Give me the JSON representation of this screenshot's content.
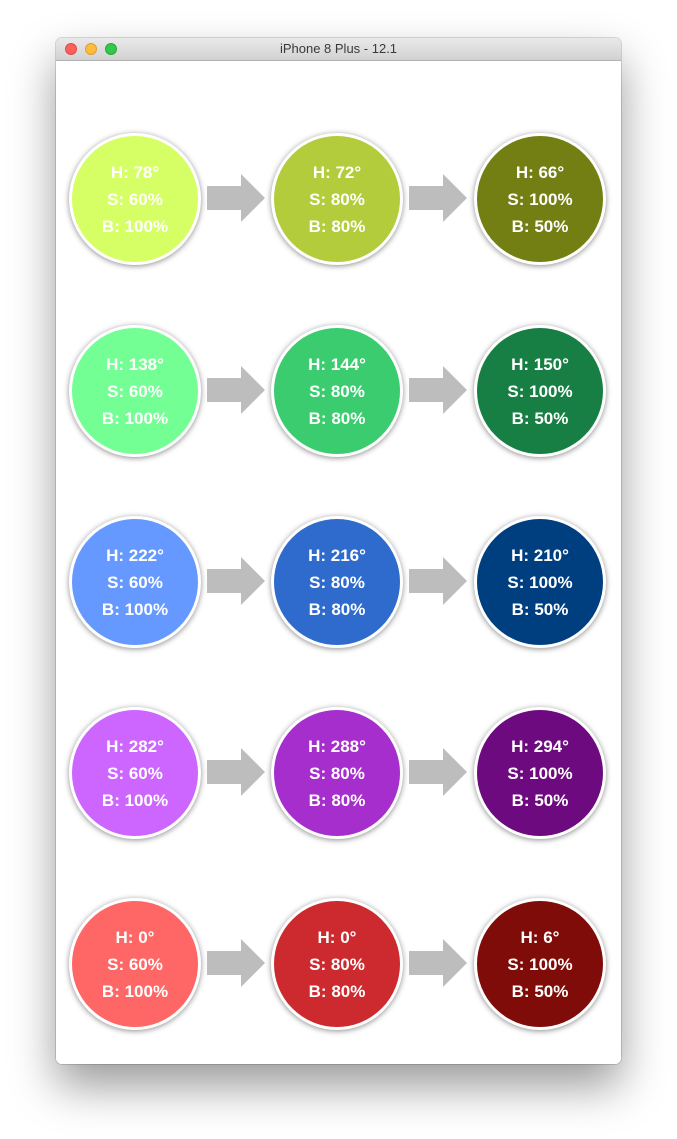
{
  "window": {
    "title": "iPhone 8 Plus - 12.1"
  },
  "arrow_color": "#bdbdbd",
  "rows": [
    {
      "circles": [
        {
          "h": "H: 78°",
          "s": "S: 60%",
          "b": "B: 100%",
          "color": "#d6ff66"
        },
        {
          "h": "H: 72°",
          "s": "S: 80%",
          "b": "B: 80%",
          "color": "#b3cc3b"
        },
        {
          "h": "H: 66°",
          "s": "S: 100%",
          "b": "B: 50%",
          "color": "#737f12"
        }
      ]
    },
    {
      "circles": [
        {
          "h": "H: 138°",
          "s": "S: 60%",
          "b": "B: 100%",
          "color": "#73ff94"
        },
        {
          "h": "H: 144°",
          "s": "S: 80%",
          "b": "B: 80%",
          "color": "#3ccc70"
        },
        {
          "h": "H: 150°",
          "s": "S: 100%",
          "b": "B: 50%",
          "color": "#187f44"
        }
      ]
    },
    {
      "circles": [
        {
          "h": "H: 222°",
          "s": "S: 60%",
          "b": "B: 100%",
          "color": "#6699ff"
        },
        {
          "h": "H: 216°",
          "s": "S: 80%",
          "b": "B: 80%",
          "color": "#2e6bcc"
        },
        {
          "h": "H: 210°",
          "s": "S: 100%",
          "b": "B: 50%",
          "color": "#003f7f"
        }
      ]
    },
    {
      "circles": [
        {
          "h": "H: 282°",
          "s": "S: 60%",
          "b": "B: 100%",
          "color": "#cc66ff"
        },
        {
          "h": "H: 288°",
          "s": "S: 80%",
          "b": "B: 80%",
          "color": "#a62ecc"
        },
        {
          "h": "H: 294°",
          "s": "S: 100%",
          "b": "B: 50%",
          "color": "#6e0a7f"
        }
      ]
    },
    {
      "circles": [
        {
          "h": "H: 0°",
          "s": "S: 60%",
          "b": "B: 100%",
          "color": "#ff6666"
        },
        {
          "h": "H: 0°",
          "s": "S: 80%",
          "b": "B: 80%",
          "color": "#cc2a2e"
        },
        {
          "h": "H: 6°",
          "s": "S: 100%",
          "b": "B: 50%",
          "color": "#7f0c08"
        }
      ]
    }
  ]
}
